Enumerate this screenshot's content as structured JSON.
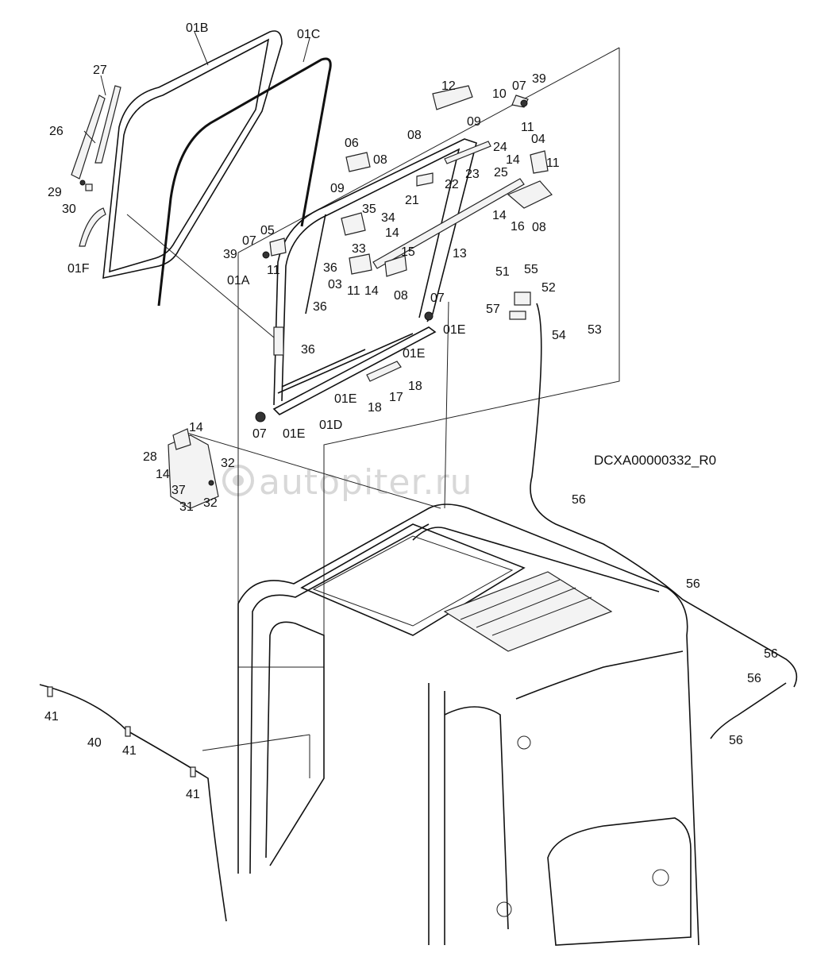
{
  "drawing_code": "DCXA00000332_R0",
  "watermark": "autopiter.ru",
  "part_labels": {
    "p01B": "01B",
    "p01C": "01C",
    "p27": "27",
    "p26": "26",
    "p29": "29",
    "p30": "30",
    "p01F": "01F",
    "p12": "12",
    "p07a": "07",
    "p39a": "39",
    "p10": "10",
    "p08a": "08",
    "p09a": "09",
    "p11a": "11",
    "p06": "06",
    "p08b": "08",
    "p09b": "09",
    "p24": "24",
    "p04": "04",
    "p14a": "14",
    "p11b": "11",
    "p23": "23",
    "p25": "25",
    "p22": "22",
    "p21": "21",
    "p14b": "14",
    "p16": "16",
    "p08c": "08",
    "p35": "35",
    "p34": "34",
    "p14c": "14",
    "p05": "05",
    "p07b": "07",
    "p39b": "39",
    "p11c": "11",
    "p33": "33",
    "p13": "13",
    "p15": "15",
    "p36a": "36",
    "p03": "03",
    "p11d": "11",
    "p14d": "14",
    "p01A": "01A",
    "p36b": "36",
    "p08d": "08",
    "p07c": "07",
    "p01E_a": "01E",
    "p36c": "36",
    "p01E_b": "01E",
    "p18a": "18",
    "p17": "17",
    "p01E_c": "01E",
    "p18b": "18",
    "p07d": "07",
    "p01E_d": "01E",
    "p01D": "01D",
    "p51": "51",
    "p55": "55",
    "p52": "52",
    "p57": "57",
    "p54": "54",
    "p53": "53",
    "p14e": "14",
    "p28": "28",
    "p32a": "32",
    "p14f": "14",
    "p37": "37",
    "p31": "31",
    "p32b": "32",
    "p56a": "56",
    "p56b": "56",
    "p56c": "56",
    "p56d": "56",
    "p56e": "56",
    "p41a": "41",
    "p40": "40",
    "p41b": "41",
    "p41c": "41"
  }
}
